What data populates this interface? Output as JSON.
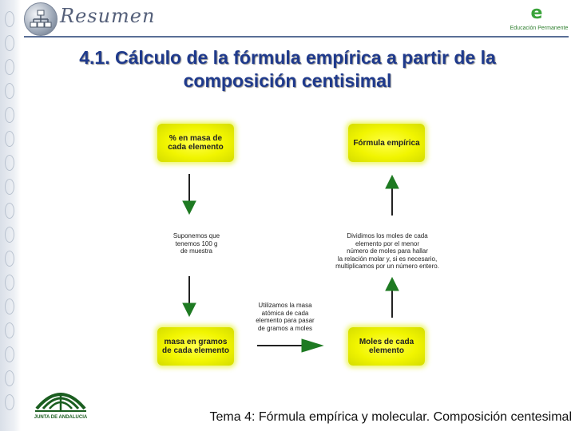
{
  "header": {
    "section_label": "Resumen",
    "brand": "Educación Permanente",
    "brand_color": "#3aa33a"
  },
  "slide": {
    "title_line1": "4.1. Cálculo de la fórmula empírica a partir de la",
    "title_line2": "composición centisimal",
    "title_color": "#1f3a8c"
  },
  "diagram": {
    "box_color": "#f1f500",
    "arrow_down_color": "#1e7a22",
    "arrow_up_color": "#1e7a22",
    "arrow_right_color": "#1e7a22",
    "boxes": {
      "percent_mass": "% en masa de cada elemento",
      "empirical_formula": "Fórmula empírica",
      "grams_mass": "masa en gramos de cada elemento",
      "moles": "Moles de cada elemento"
    },
    "notes": {
      "assume_100g": [
        "Suponemos que",
        "tenemos 100 g",
        "de muestra"
      ],
      "atomic_mass": [
        "Utilizamos la masa",
        "atómica de cada",
        "elemento para pasar",
        "de gramos a moles"
      ],
      "divide_moles": [
        "Dividimos los moles de cada",
        "elemento por el menor",
        "número de moles para hallar",
        "la relación molar y, si es necesario,",
        "multiplicamos por un número entero."
      ]
    }
  },
  "footer": {
    "logo_text": "JUNTA DE ANDALUCIA",
    "topic": "Tema 4: Fórmula empírica y molecular. Composición centesimal"
  }
}
